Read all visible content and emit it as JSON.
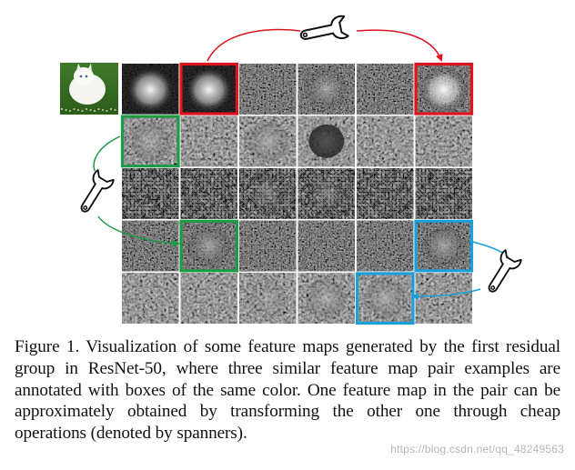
{
  "figure": {
    "grid_rows": 5,
    "grid_cols": 6,
    "highlight_colors": {
      "red": "#e0141c",
      "green": "#1d9a45",
      "blue": "#1a9fd8"
    },
    "icons": [
      "spanner-icon",
      "spanner-icon",
      "spanner-icon"
    ]
  },
  "caption": {
    "text": "Figure 1. Visualization of some feature maps generated by the first residual group in ResNet-50, where three similar feature map pair examples are annotated with boxes of the same color. One feature map in the pair can be approximately obtained by transforming the other one through cheap operations (denoted by spanners)."
  },
  "watermark": {
    "text": "https://blog.csdn.net/qq_48249563"
  }
}
